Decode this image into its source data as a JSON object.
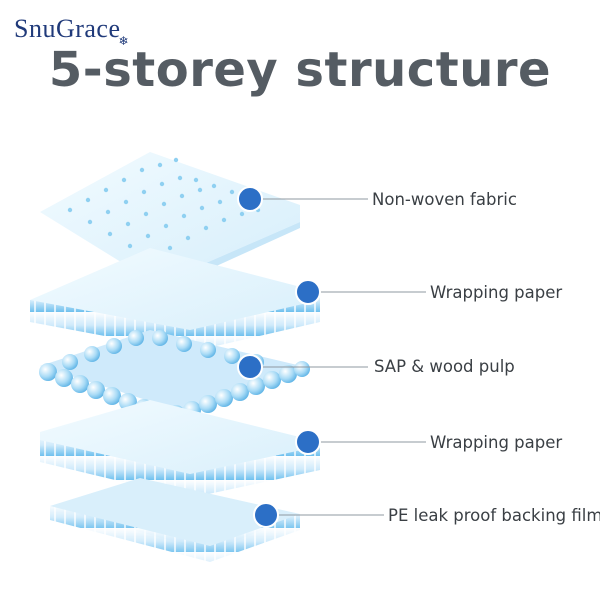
{
  "brand": {
    "name": "SnuGrace",
    "mark_glyph": "❄"
  },
  "title": "5-storey structure",
  "layers": [
    {
      "label": "Non-woven fabric",
      "icon": "perforated-sheet"
    },
    {
      "label": "Wrapping paper",
      "icon": "wavy-sheet"
    },
    {
      "label": "SAP & wood pulp",
      "icon": "bead-sheet"
    },
    {
      "label": "Wrapping paper",
      "icon": "wavy-sheet"
    },
    {
      "label": "PE leak proof backing film",
      "icon": "wavy-film"
    }
  ],
  "colors": {
    "brand": "#203a7a",
    "title": "#555c63",
    "dot": "#2c6fc6",
    "layer_light": "#e6f5fd",
    "layer_blue": "#7fc6ee"
  }
}
